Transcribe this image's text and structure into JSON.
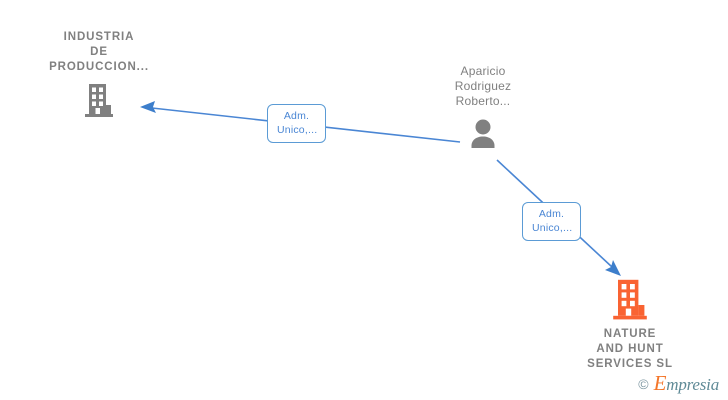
{
  "graph": {
    "background_color": "#ffffff",
    "edge_color": "#4a86d4",
    "nodes": [
      {
        "id": "industria",
        "type": "company",
        "label": "INDUSTRIA\nDE\nPRODUCCION...",
        "icon": "building-icon",
        "icon_color": "#808080",
        "label_color": "#808080",
        "highlighted": false
      },
      {
        "id": "person",
        "type": "person",
        "label": "Aparicio\nRodriguez\nRoberto...",
        "icon": "person-icon",
        "icon_color": "#808080",
        "label_color": "#808080",
        "highlighted": false
      },
      {
        "id": "nature",
        "type": "company",
        "label": "NATURE\nAND HUNT\nSERVICES  SL",
        "icon": "building-icon",
        "icon_color": "#f96332",
        "label_color": "#808080",
        "highlighted": true
      }
    ],
    "edges": [
      {
        "id": "edge-person-industria",
        "from": "person",
        "to": "industria",
        "label": "Adm.\nUnico,...",
        "color": "#4a86d4"
      },
      {
        "id": "edge-person-nature",
        "from": "person",
        "to": "nature",
        "label": "Adm.\nUnico,...",
        "color": "#4a86d4"
      }
    ]
  },
  "watermark": {
    "copyright": "©",
    "brand_initial": "E",
    "brand_rest": "mpresia",
    "brand_color": "#5f8a96",
    "initial_color": "#f4762a"
  }
}
